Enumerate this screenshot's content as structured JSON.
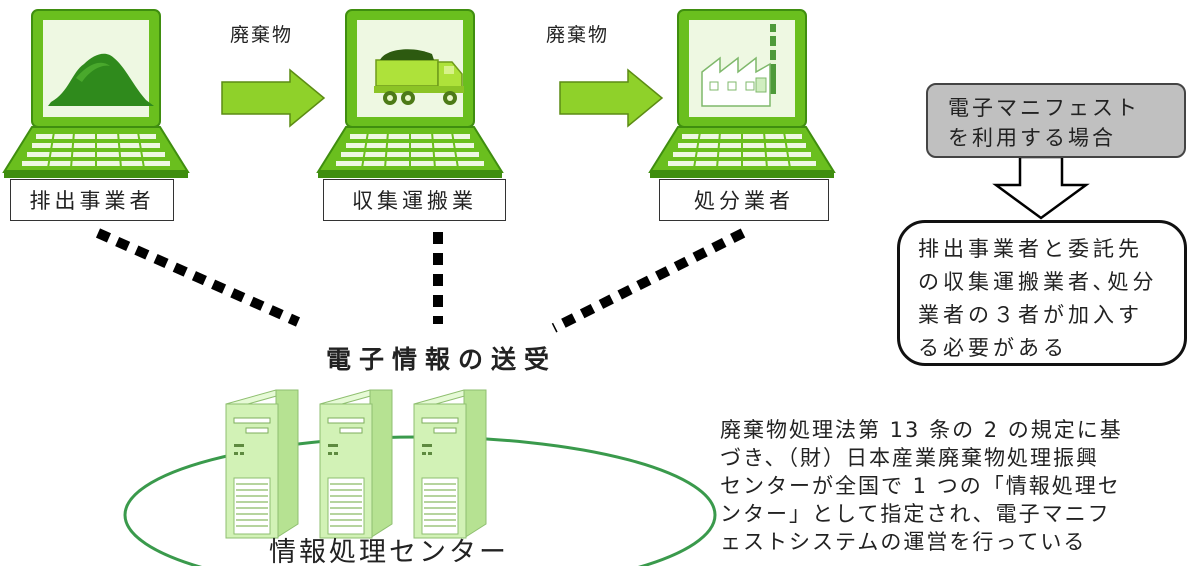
{
  "flow": {
    "waste_label_1": "廃棄物",
    "waste_label_2": "廃棄物"
  },
  "parties": {
    "generator": "排出事業者",
    "transporter": "収集運搬業",
    "disposer": "処分業者"
  },
  "exchange_label": "電子情報の送受",
  "center_label": "情報処理センター",
  "usage_box": {
    "line1": "電子マニフェスト",
    "line2": "を利用する場合"
  },
  "requirement_box": {
    "line1": "排出事業者と委託先",
    "line2": "の収集運搬業者､処分",
    "line3": "業者の３者が加入す",
    "line4": "る必要がある"
  },
  "description": {
    "line1": "廃棄物処理法第 13 条の 2 の規定に基",
    "line2": "づき、（財）日本産業廃棄物処理振興",
    "line3": "センターが全国で 1 つの「情報処理セ",
    "line4": "ンター」として指定され、電子マニフ",
    "line5": "ェストシステムの運営を行っている"
  },
  "colors": {
    "laptop_green": "#6abf1e",
    "laptop_dark": "#3f8e0f",
    "screen_light": "#eef8e2",
    "arrow_green": "#8fd12a",
    "server_green": "#d2f2b6",
    "ellipse_green": "#3a9a4c",
    "gray_box": "#c0c0c0"
  },
  "icons": [
    "waste-pile-icon",
    "dump-truck-icon",
    "factory-icon",
    "server-icon",
    "arrow-right-icon",
    "arrow-down-icon"
  ]
}
